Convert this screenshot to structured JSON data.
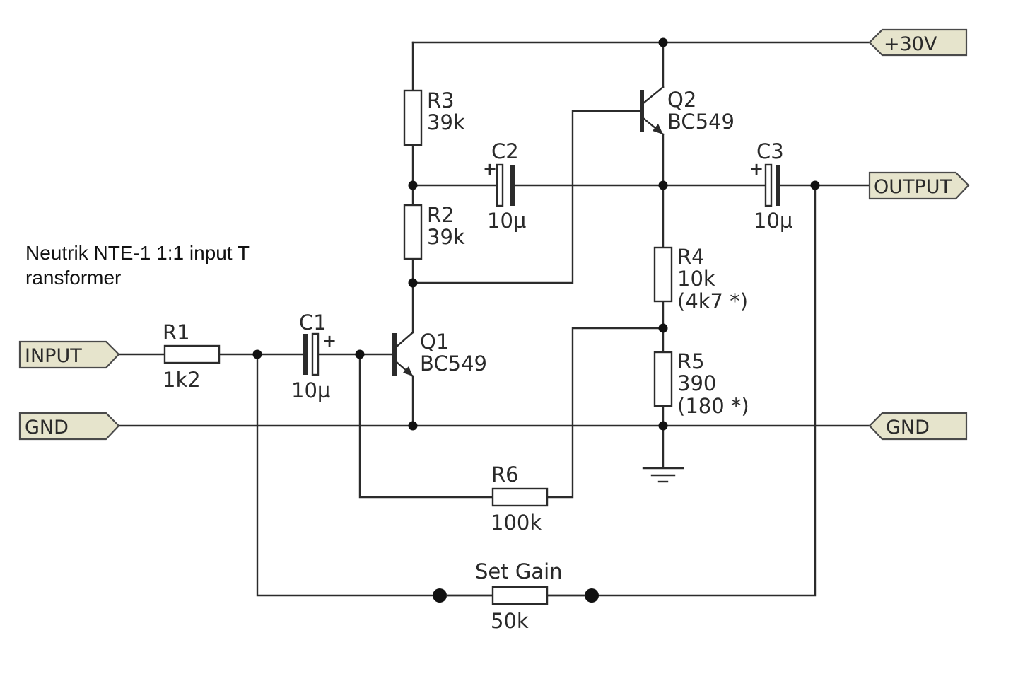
{
  "note": "Neutrik NTE-1 1:1 input T\nransformer",
  "ports": {
    "input": "INPUT",
    "gnd_left": "GND",
    "supply": "+30V",
    "output": "OUTPUT",
    "gnd_right": "GND"
  },
  "components": {
    "R1": {
      "ref": "R1",
      "value": "1k2"
    },
    "R2": {
      "ref": "R2",
      "value": "39k"
    },
    "R3": {
      "ref": "R3",
      "value": "39k"
    },
    "R4": {
      "ref": "R4",
      "value": "10k",
      "alt": "(4k7 *)"
    },
    "R5": {
      "ref": "R5",
      "value": "390",
      "alt": "(180 *)"
    },
    "R6": {
      "ref": "R6",
      "value": "100k"
    },
    "RG": {
      "ref": "Set Gain",
      "value": "50k"
    },
    "C1": {
      "ref": "C1",
      "value": "10µ",
      "polarity": "+"
    },
    "C2": {
      "ref": "C2",
      "value": "10µ",
      "polarity": "+"
    },
    "C3": {
      "ref": "C3",
      "value": "10µ",
      "polarity": "+"
    },
    "Q1": {
      "ref": "Q1",
      "type": "BC549"
    },
    "Q2": {
      "ref": "Q2",
      "type": "BC549"
    }
  },
  "icons": {
    "ground": "ground-icon",
    "transistor": "npn-transistor-icon"
  }
}
